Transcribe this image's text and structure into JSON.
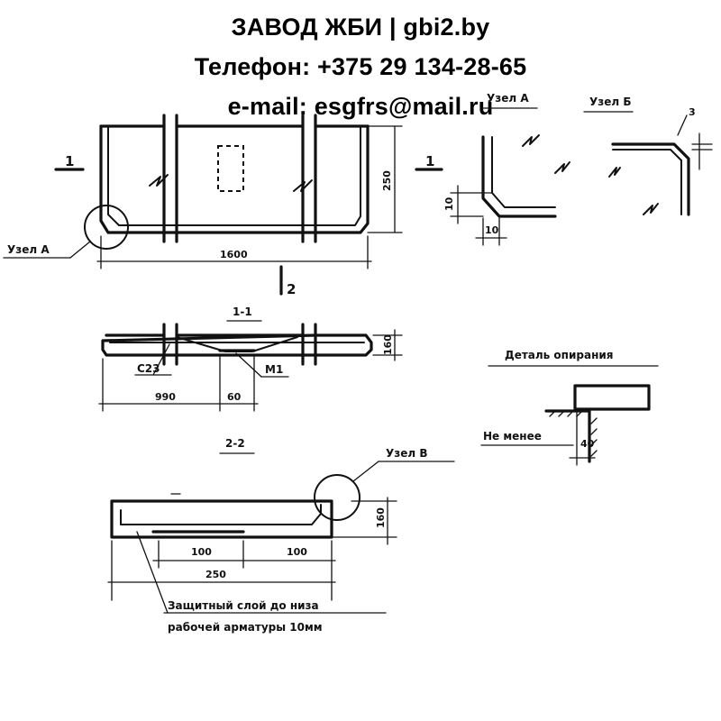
{
  "header": {
    "line1": "ЗАВОД ЖБИ | gbi2.by",
    "line2": "Телефон: +375 29 134-28-65",
    "line3": "e-mail: esgfrs@mail.ru"
  },
  "drawing": {
    "view_labels": {
      "section_mark_1": "1",
      "section_mark_2": "2",
      "section_1_1": "1-1",
      "section_2_2": "2-2"
    },
    "nodes": {
      "node_a_callout": "Узел А",
      "node_a_title": "Узел А",
      "node_b_title": "Узел Б",
      "node_v_callout": "Узел В"
    },
    "dimensions": {
      "plan_length": "1600",
      "plan_width": "250",
      "node_a_10_vertical": "10",
      "node_a_10_horizontal": "10",
      "node_b_3": "3",
      "sec11_height": "160",
      "sec11_990": "990",
      "sec11_60": "60",
      "sec22_height": "160",
      "sec22_100_left": "100",
      "sec22_100_right": "100",
      "sec22_250": "250",
      "support_40": "40"
    },
    "callouts": {
      "rebar_c23": "С23",
      "mesh_m1": "М1",
      "support_detail": "Деталь опирания",
      "not_less": "Не менее",
      "cover_line1": "Защитный слой до низа",
      "cover_line2": "рабочей арматуры 10мм"
    }
  }
}
